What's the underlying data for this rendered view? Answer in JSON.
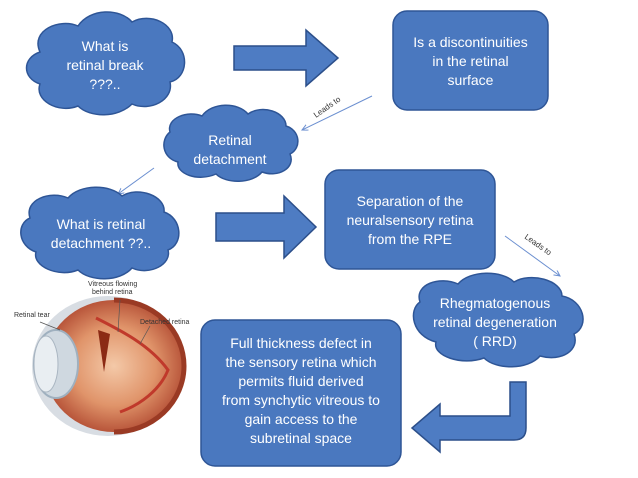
{
  "colors": {
    "fill": "#4a78bf",
    "stroke": "#2e5596",
    "arrow_fill": "#4e7cc3",
    "arrow_stroke": "#2c4f8a",
    "thin_arrow": "#6b8fd0",
    "text": "#ffffff"
  },
  "nodes": {
    "what_is_break": "What is\nretinal break\n???..",
    "discontinuity": "Is a discontinuities\nin the retinal\nsurface",
    "retinal_detachment": "Retinal\ndetachment",
    "what_is_detachment": "What is retinal\ndetachment ??..",
    "separation": "Separation of the\nneuralsensory retina\nfrom the RPE",
    "rrd": "Rhegmatogenous\nretinal degeneration\n( RRD)",
    "full_thickness": "Full thickness defect in\nthe sensory retina which\npermits fluid derived\nfrom synchytic vitreous to\ngain access to the\nsubretinal space"
  },
  "edge_labels": {
    "leads_to_1": "Leads to",
    "leads_to_2": "Leads to"
  },
  "eye_image": {
    "icon": "eye-anatomy-illustration",
    "labels": {
      "retinal_tear": "Retinal tear",
      "vitreous": "Vitreous flowing\nbehind retina",
      "detached": "Detached retina"
    }
  }
}
